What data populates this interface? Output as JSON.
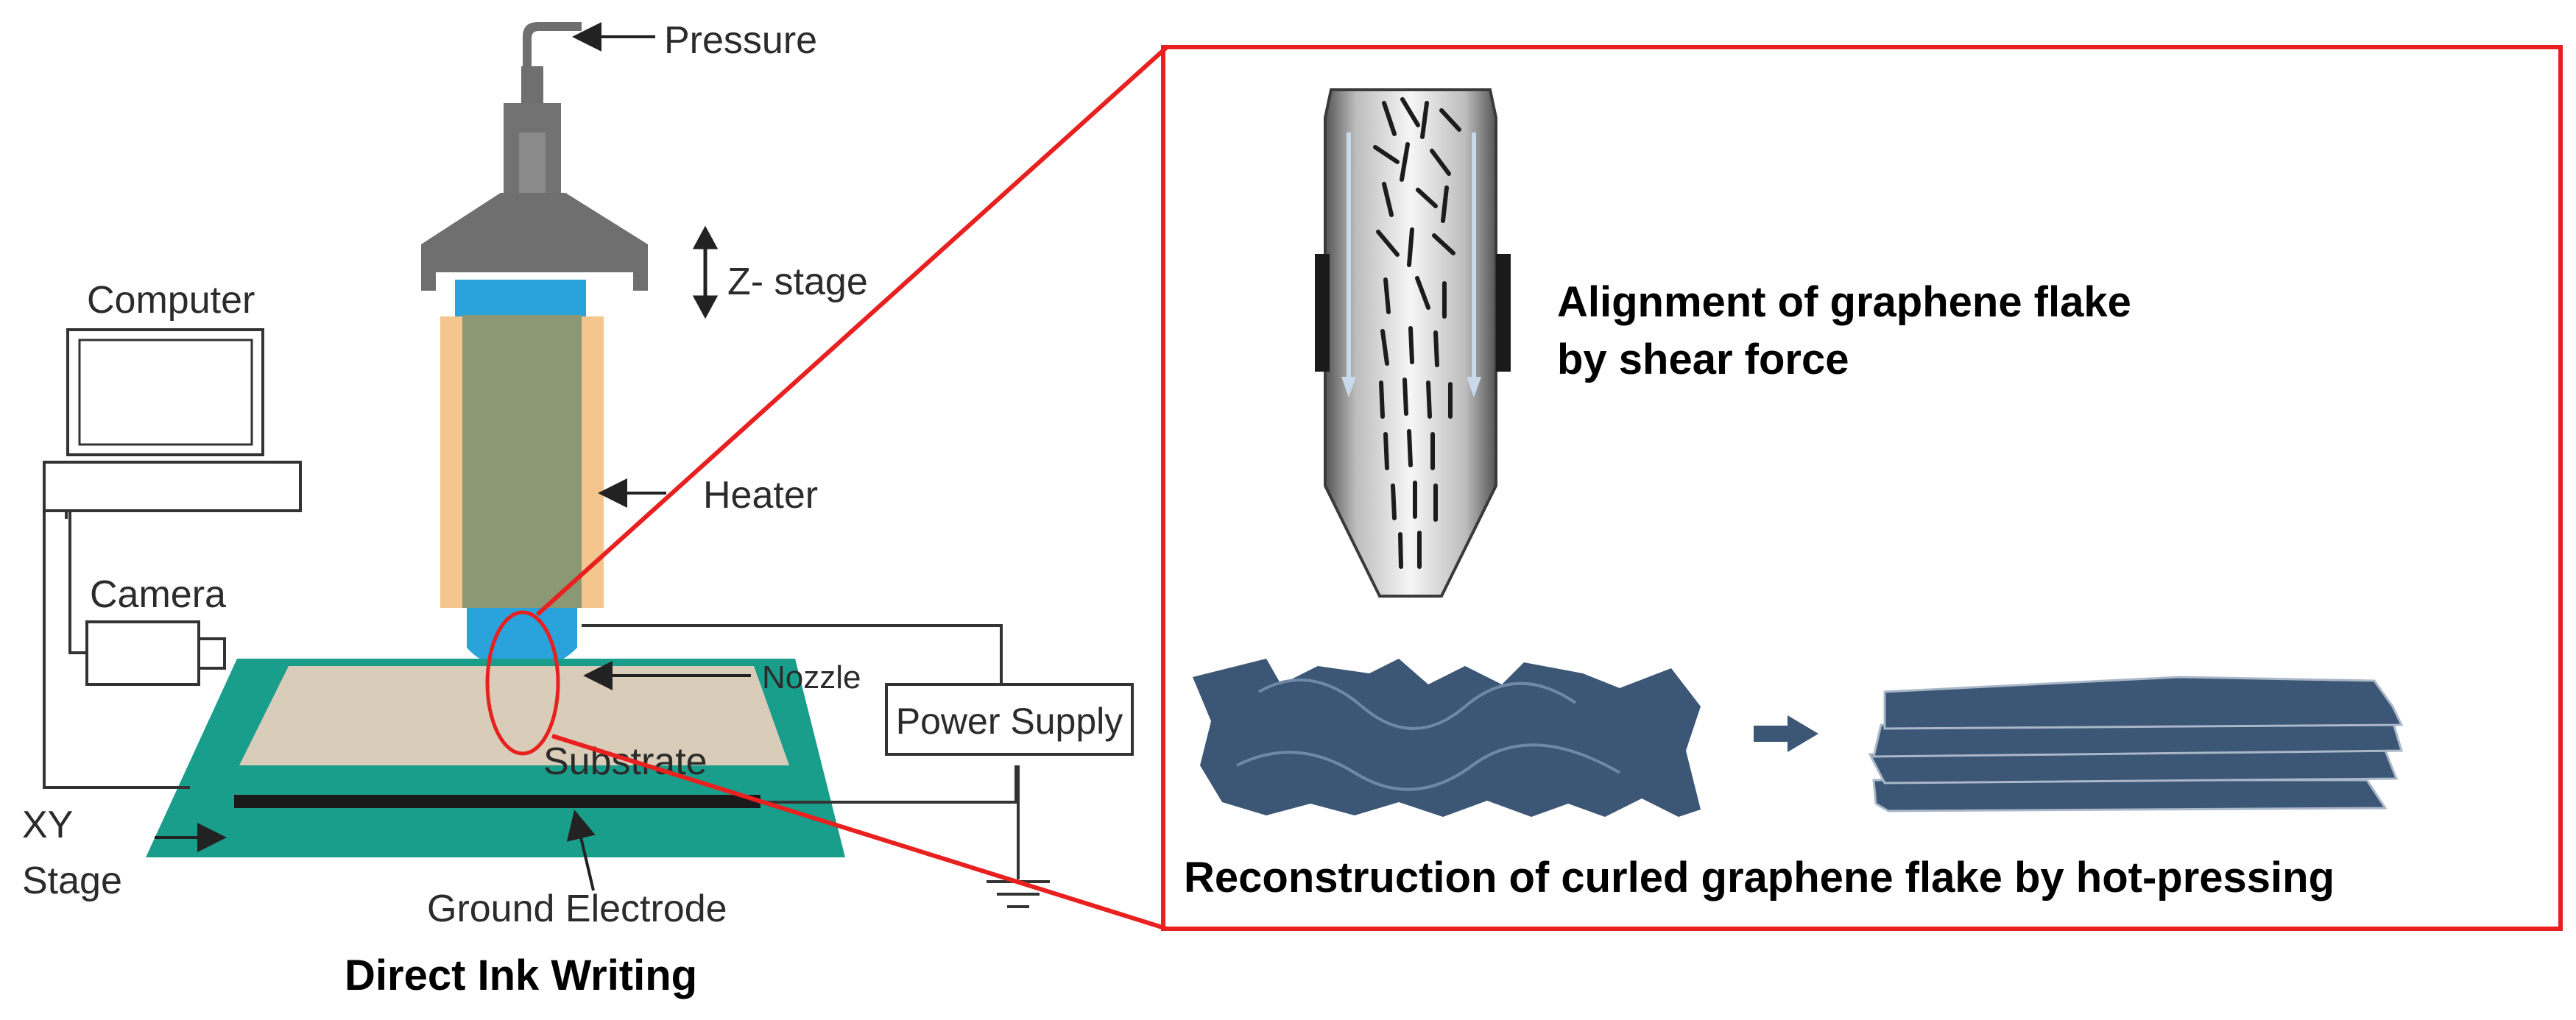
{
  "labels": {
    "pressure": "Pressure",
    "z_stage": "Z- stage",
    "computer": "Computer",
    "heater": "Heater",
    "camera": "Camera",
    "nozzle": "Nozzle",
    "power_supply": "Power Supply",
    "substrate": "Substrate",
    "xy_stage_line1": "XY",
    "xy_stage_line2": "Stage",
    "ground_electrode": "Ground Electrode",
    "caption_left": "Direct Ink Writing"
  },
  "panel": {
    "alignment_line1": "Alignment of graphene flake",
    "alignment_line2": "by shear force",
    "reconstruction": "Reconstruction of curled graphene flake by hot-pressing"
  },
  "colors": {
    "highlight_red": "#e8201f",
    "stage_teal": "#1a9e8c",
    "substrate_beige": "#d9ccb8",
    "heater_orange": "#f4c58c",
    "syringe_green": "#8c9874",
    "nozzle_blue": "#2aa3dc",
    "flake_blue": "#3c5675",
    "housing_gray": "#707070"
  },
  "icons": [
    "ground-symbol-icon",
    "arrow-right-icon",
    "double-arrow-icon"
  ]
}
